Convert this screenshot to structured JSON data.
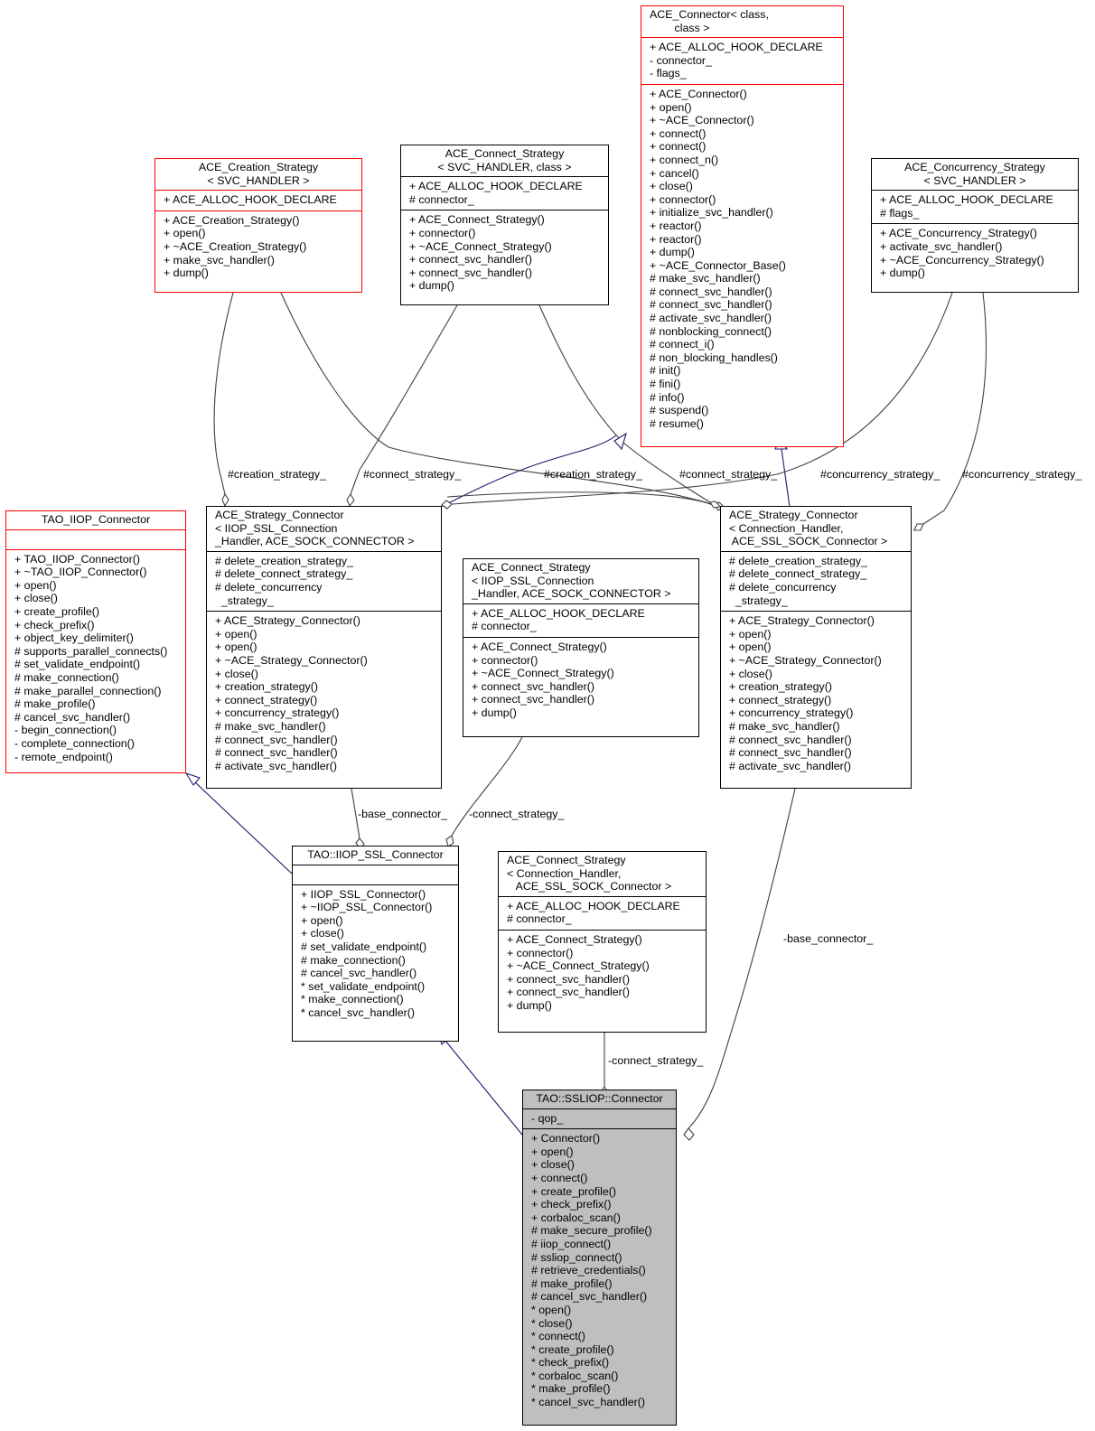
{
  "classes": {
    "ace_connector": {
      "title": "ACE_Connector< class,\n        class >",
      "attributes": [
        "+ ACE_ALLOC_HOOK_DECLARE",
        "- connector_",
        "- flags_"
      ],
      "operations": [
        "+ ACE_Connector()",
        "+ open()",
        "+ ~ACE_Connector()",
        "+ connect()",
        "+ connect()",
        "+ connect_n()",
        "+ cancel()",
        "+ close()",
        "+ connector()",
        "+ initialize_svc_handler()",
        "+ reactor()",
        "+ reactor()",
        "+ dump()",
        "+ ~ACE_Connector_Base()",
        "# make_svc_handler()",
        "# connect_svc_handler()",
        "# connect_svc_handler()",
        "# activate_svc_handler()",
        "# nonblocking_connect()",
        "# connect_i()",
        "# non_blocking_handles()",
        "# init()",
        "# fini()",
        "# info()",
        "# suspend()",
        "# resume()"
      ]
    },
    "ace_creation_strategy": {
      "title": "ACE_Creation_Strategy\n< SVC_HANDLER >",
      "attributes": [
        "+ ACE_ALLOC_HOOK_DECLARE"
      ],
      "operations": [
        "+ ACE_Creation_Strategy()",
        "+ open()",
        "+ ~ACE_Creation_Strategy()",
        "+ make_svc_handler()",
        "+ dump()"
      ]
    },
    "ace_connect_strategy_svc": {
      "title": "ACE_Connect_Strategy\n< SVC_HANDLER, class >",
      "attributes": [
        "+ ACE_ALLOC_HOOK_DECLARE",
        "# connector_"
      ],
      "operations": [
        "+ ACE_Connect_Strategy()",
        "+ connector()",
        "+ ~ACE_Connect_Strategy()",
        "+ connect_svc_handler()",
        "+ connect_svc_handler()",
        "+ dump()"
      ]
    },
    "ace_concurrency_strategy": {
      "title": "ACE_Concurrency_Strategy\n< SVC_HANDLER >",
      "attributes": [
        "+ ACE_ALLOC_HOOK_DECLARE",
        "# flags_"
      ],
      "operations": [
        "+ ACE_Concurrency_Strategy()",
        "+ activate_svc_handler()",
        "+ ~ACE_Concurrency_Strategy()",
        "+ dump()"
      ]
    },
    "tao_iiop_connector": {
      "title": "TAO_IIOP_Connector",
      "attributes": [],
      "operations": [
        "+ TAO_IIOP_Connector()",
        "+ ~TAO_IIOP_Connector()",
        "+ open()",
        "+ close()",
        "+ create_profile()",
        "+ check_prefix()",
        "+ object_key_delimiter()",
        "# supports_parallel_connects()",
        "# set_validate_endpoint()",
        "# make_connection()",
        "# make_parallel_connection()",
        "# make_profile()",
        "# cancel_svc_handler()",
        "- begin_connection()",
        "- complete_connection()",
        "- remote_endpoint()"
      ]
    },
    "ace_strategy_connector_iiop": {
      "title": "ACE_Strategy_Connector\n< IIOP_SSL_Connection\n_Handler, ACE_SOCK_CONNECTOR >",
      "attributes": [
        "# delete_creation_strategy_",
        "# delete_connect_strategy_",
        "# delete_concurrency",
        "  _strategy_"
      ],
      "operations": [
        "+ ACE_Strategy_Connector()",
        "+ open()",
        "+ open()",
        "+ ~ACE_Strategy_Connector()",
        "+ close()",
        "+ creation_strategy()",
        "+ connect_strategy()",
        "+ concurrency_strategy()",
        "# make_svc_handler()",
        "# connect_svc_handler()",
        "# connect_svc_handler()",
        "# activate_svc_handler()"
      ]
    },
    "ace_connect_strategy_iiop": {
      "title": "ACE_Connect_Strategy\n< IIOP_SSL_Connection\n_Handler, ACE_SOCK_CONNECTOR >",
      "attributes": [
        "+ ACE_ALLOC_HOOK_DECLARE",
        "# connector_"
      ],
      "operations": [
        "+ ACE_Connect_Strategy()",
        "+ connector()",
        "+ ~ACE_Connect_Strategy()",
        "+ connect_svc_handler()",
        "+ connect_svc_handler()",
        "+ dump()"
      ]
    },
    "ace_strategy_connector_ssl": {
      "title": "ACE_Strategy_Connector\n< Connection_Handler,\n ACE_SSL_SOCK_Connector >",
      "attributes": [
        "# delete_creation_strategy_",
        "# delete_connect_strategy_",
        "# delete_concurrency",
        "  _strategy_"
      ],
      "operations": [
        "+ ACE_Strategy_Connector()",
        "+ open()",
        "+ open()",
        "+ ~ACE_Strategy_Connector()",
        "+ close()",
        "+ creation_strategy()",
        "+ connect_strategy()",
        "+ concurrency_strategy()",
        "# make_svc_handler()",
        "# connect_svc_handler()",
        "# connect_svc_handler()",
        "# activate_svc_handler()"
      ]
    },
    "tao_iiop_ssl_connector": {
      "title": "TAO::IIOP_SSL_Connector",
      "attributes": [],
      "operations": [
        "+ IIOP_SSL_Connector()",
        "+ ~IIOP_SSL_Connector()",
        "+ open()",
        "+ close()",
        "# set_validate_endpoint()",
        "# make_connection()",
        "# cancel_svc_handler()",
        "* set_validate_endpoint()",
        "* make_connection()",
        "* cancel_svc_handler()"
      ]
    },
    "ace_connect_strategy_ssl": {
      "title": "ACE_Connect_Strategy\n< Connection_Handler,\n   ACE_SSL_SOCK_Connector >",
      "attributes": [
        "+ ACE_ALLOC_HOOK_DECLARE",
        "# connector_"
      ],
      "operations": [
        "+ ACE_Connect_Strategy()",
        "+ connector()",
        "+ ~ACE_Connect_Strategy()",
        "+ connect_svc_handler()",
        "+ connect_svc_handler()",
        "+ dump()"
      ]
    },
    "ssliop_connector": {
      "title": "TAO::SSLIOP::Connector",
      "attributes": [
        "- qop_"
      ],
      "operations": [
        "+ Connector()",
        "+ open()",
        "+ close()",
        "+ connect()",
        "+ create_profile()",
        "+ check_prefix()",
        "+ corbaloc_scan()",
        "# make_secure_profile()",
        "# iiop_connect()",
        "# ssliop_connect()",
        "# retrieve_credentials()",
        "# make_profile()",
        "# cancel_svc_handler()",
        "* open()",
        "* close()",
        "* connect()",
        "* create_profile()",
        "* check_prefix()",
        "* corbaloc_scan()",
        "* make_profile()",
        "* cancel_svc_handler()"
      ]
    }
  },
  "edge_labels": {
    "creation_strategy_1": "#creation_strategy_",
    "connect_strategy_1": "#connect_strategy_",
    "creation_strategy_2": "#creation_strategy_",
    "connect_strategy_2": "#connect_strategy_",
    "concurrency_strategy_1": "#concurrency_strategy_",
    "concurrency_strategy_2": "#concurrency_strategy_",
    "base_connector_1": "-base_connector_",
    "connect_strategy_3": "-connect_strategy_",
    "base_connector_2": "-base_connector_",
    "connect_strategy_4": "-connect_strategy_"
  },
  "colors": {
    "inheritance": "#191970",
    "association": "#404040",
    "template_border": "#ff0000",
    "focus_fill": "#bfbfbf"
  }
}
